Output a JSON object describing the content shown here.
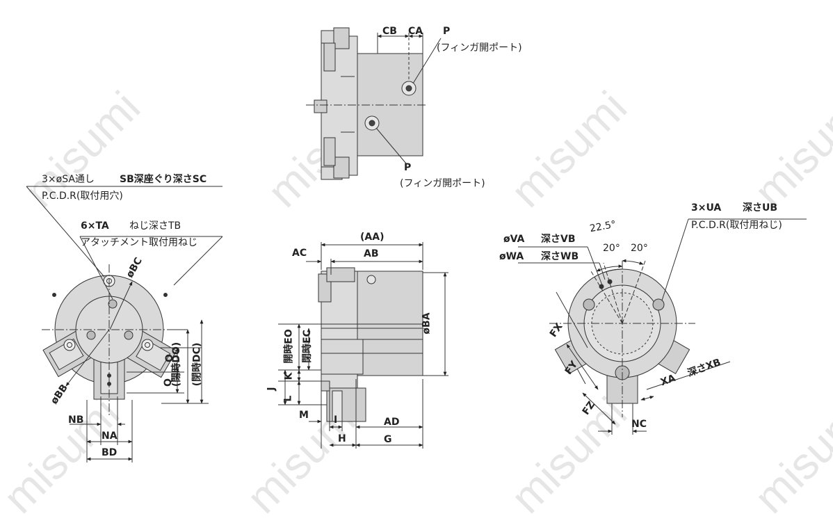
{
  "watermark": "misumi",
  "top_view": {
    "dim_cb": "CB",
    "dim_ca": "CA",
    "port_p_upper": "P",
    "port_p_upper_note": "(フィンガ開ポート)",
    "port_p_lower": "P",
    "port_p_lower_note": "(フィンガ開ポート)"
  },
  "left_view": {
    "callout_holes_1": "3×øSA通し",
    "callout_holes_2": "SB深座ぐり深さSC",
    "callout_pcd": "P.C.D.R(取付用穴)",
    "callout_ta": "6×TA",
    "callout_tb": "ねじ深さTB",
    "callout_attach": "アタッチメント取付用ねじ",
    "dim_bc": "øBC",
    "dim_bb": "øBB",
    "dim_o": "O",
    "dim_q": "Q",
    "dim_do": "(閉時DO)",
    "dim_dc": "(閉時DC)",
    "dim_nb": "NB",
    "dim_na": "NA",
    "dim_bd": "BD"
  },
  "center_view": {
    "dim_aa": "(AA)",
    "dim_ac": "AC",
    "dim_ab": "AB",
    "dim_ba": "øBA",
    "dim_eo": "開時EO",
    "dim_ec": "閉時EC",
    "dim_j": "J",
    "dim_k": "K",
    "dim_l": "L",
    "dim_m": "M",
    "dim_i": "I",
    "dim_h": "H",
    "dim_ad": "AD",
    "dim_g": "G"
  },
  "right_view": {
    "callout_ua_1": "3×UA",
    "callout_ua_2": "深さUB",
    "callout_pcd": "P.C.D.R(取付用ねじ)",
    "angle_225": "22.5°",
    "angle_20a": "20°",
    "angle_20b": "20°",
    "callout_va": "øVA",
    "callout_vb": "深さVB",
    "callout_wa": "øWA",
    "callout_wb": "深さWB",
    "dim_fx": "FX",
    "dim_fy": "FY",
    "dim_fz": "FZ",
    "dim_xa": "XA",
    "dim_xb": "深さXB",
    "dim_nc": "NC"
  }
}
